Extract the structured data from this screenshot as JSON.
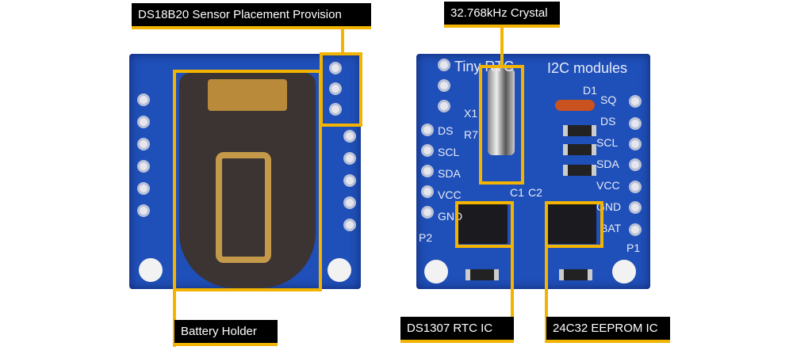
{
  "annotations": {
    "sensor": "DS18B20 Sensor Placement Provision",
    "battery": "Battery Holder",
    "crystal": "32.768kHz Crystal",
    "rtc": "DS1307 RTC IC",
    "eeprom": "24C32 EEPROM IC"
  },
  "silkscreen": {
    "title": "Tiny RTC",
    "subtitle": "I2C modules",
    "p2_pins": [
      "DS",
      "SCL",
      "SDA",
      "VCC",
      "GND"
    ],
    "p1_pins": [
      "SQ",
      "DS",
      "SCL",
      "SDA",
      "VCC",
      "GND",
      "BAT"
    ],
    "p1": "P1",
    "p2": "P2",
    "d1": "D1",
    "c1": "C1",
    "c2": "C2",
    "r7": "R7",
    "x1": "X1"
  },
  "colors": {
    "board": "#1f4fb8",
    "highlight": "#f2b400",
    "label_bg": "#000000"
  }
}
